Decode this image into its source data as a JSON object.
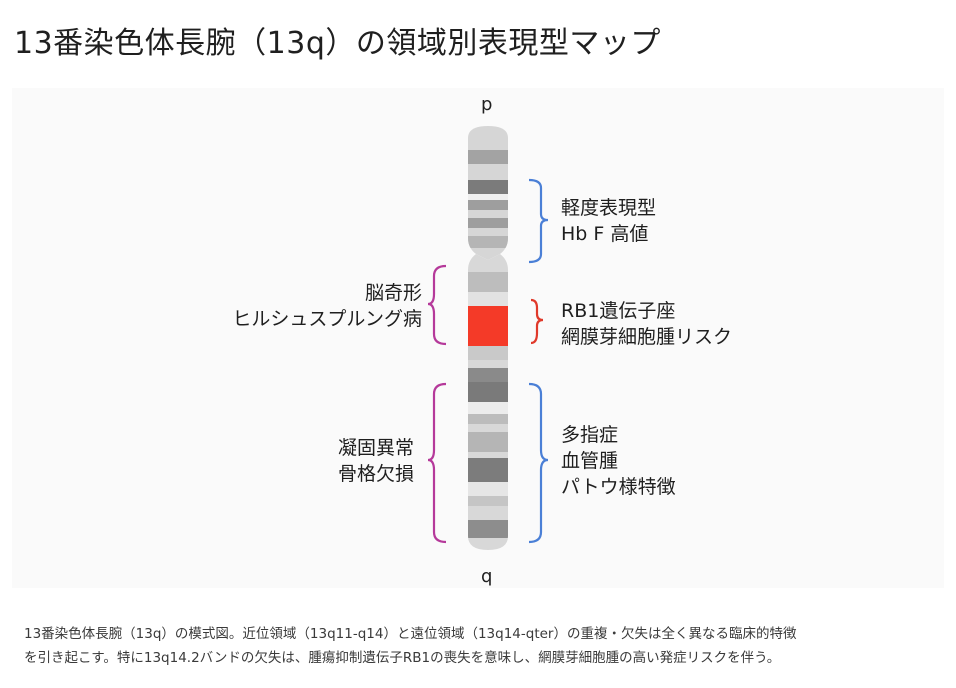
{
  "title": "13番染色体長腕（13q）の領域別表現型マップ",
  "figure": {
    "p_label": "p",
    "q_label": "q",
    "groups": {
      "upper_right": {
        "lines": [
          "軽度表現型",
          "Hb F 高値"
        ],
        "color": "#4a7fd6"
      },
      "middle_left": {
        "lines": [
          "脳奇形",
          "ヒルシュスプルング病"
        ],
        "color": "#b5399a"
      },
      "middle_right": {
        "lines": [
          "RB1遺伝子座",
          "網膜芽細胞腫リスク"
        ],
        "color": "#e0392a"
      },
      "lower_left": {
        "lines": [
          "凝固異常",
          "骨格欠損"
        ],
        "color": "#b5399a"
      },
      "lower_right": {
        "lines": [
          "多指症",
          "血管腫",
          "パトウ様特徴"
        ],
        "color": "#4a7fd6"
      }
    },
    "highlight_color": "#f43a28"
  },
  "caption": [
    "13番染色体長腕（13q）の模式図。近位領域（13q11-q14）と遠位領域（13q14-qter）の重複・欠失は全く異なる臨床的特徴",
    "を引き起こす。特に13q14.2バンドの欠失は、腫瘍抑制遺伝子RB1の喪失を意味し、網膜芽細胞腫の高い発症リスクを伴う。"
  ]
}
